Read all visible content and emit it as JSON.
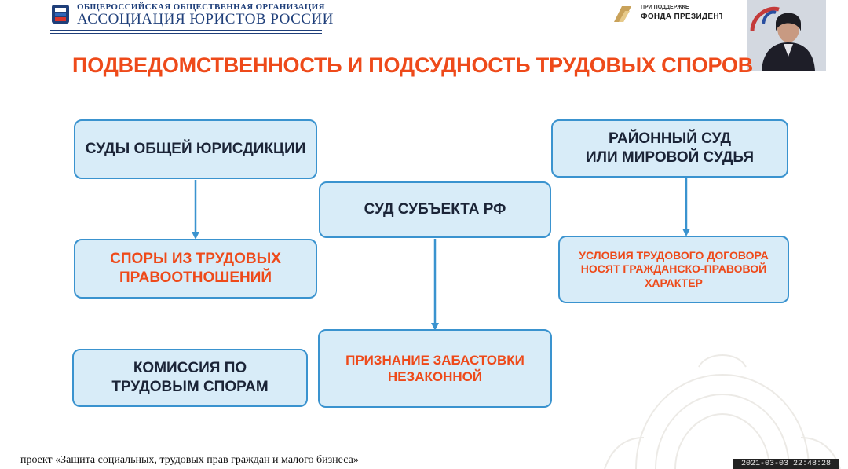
{
  "header": {
    "org_line1": "ОБЩЕРОССИЙСКАЯ ОБЩЕСТВЕННАЯ ОРГАНИЗАЦИЯ",
    "org_line2": "АССОЦИАЦИЯ ЮРИСТОВ РОССИИ",
    "grant_line1": "ПРИ ПОДДЕРЖКЕ",
    "grant_line2": "ФОНДА ПРЕЗИДЕНТСКИХ",
    "brand_color": "#1f3f7a",
    "grant_logo_color": "#c9a25a"
  },
  "slide": {
    "title": "ПОДВЕДОМСТВЕННОСТЬ И ПОДСУДНОСТЬ ТРУДОВЫХ СПОРОВ",
    "title_color": "#ee4a1a",
    "nodes": {
      "general_courts": "СУДЫ ОБЩЕЙ ЮРИСДИКЦИИ",
      "labor_relations_disputes_line1": "СПОРЫ ИЗ ТРУДОВЫХ",
      "labor_relations_disputes_line2": "ПРАВООТНОШЕНИЙ",
      "labor_commission_line1": "КОМИССИЯ ПО",
      "labor_commission_line2": "ТРУДОВЫМ СПОРАМ",
      "subject_court": "СУД СУБЪЕКТА РФ",
      "strike_illegal_line1": "ПРИЗНАНИЕ ЗАБАСТОВКИ",
      "strike_illegal_line2": "НЕЗАКОННОЙ",
      "district_court_line1": "РАЙОННЫЙ СУД",
      "district_court_line2": "ИЛИ МИРОВОЙ СУДЬЯ",
      "civil_contract_line1": "УСЛОВИЯ ТРУДОВОГО ДОГОВОРА",
      "civil_contract_line2": "НОСЯТ ГРАЖДАНСКО-ПРАВОВОЙ",
      "civil_contract_line3": "ХАРАКТЕР"
    },
    "node_fill": "#d8ecf8",
    "node_border": "#3a93cf",
    "arrow_color": "#3a93cf"
  },
  "footer": {
    "project_text": "проект «Защита социальных, трудовых прав граждан и малого бизнеса»",
    "timestamp": "2021-03-03  22:48:28"
  }
}
